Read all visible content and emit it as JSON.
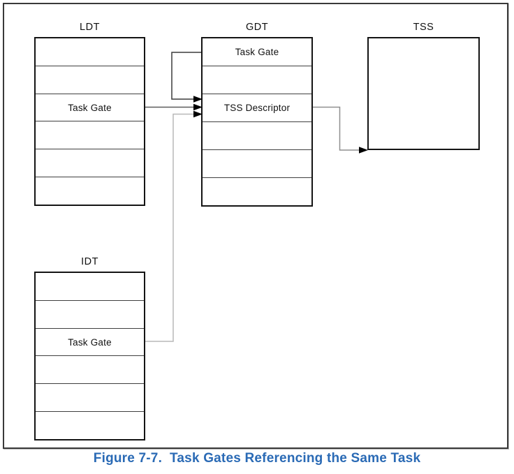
{
  "figure": {
    "caption": "Figure 7-7.  Task Gates Referencing the Same Task"
  },
  "colors": {
    "caption_blue": "#2a6ab5",
    "box_outline": "#141414",
    "row_line": "#3f3f3f",
    "frame_border": "#3a3a3a",
    "connector_gdt_loop": "#3c3c3c",
    "connector_ldt": "#5c5c5c",
    "connector_idt": "#b8b8b8",
    "connector_tss": "#8f8f8f",
    "arrowhead": "#000000"
  },
  "tables": {
    "ldt": {
      "title": "LDT",
      "rows": [
        "",
        "",
        "Task Gate",
        "",
        "",
        ""
      ]
    },
    "gdt": {
      "title": "GDT",
      "rows": [
        "Task Gate",
        "",
        "TSS Descriptor",
        "",
        "",
        ""
      ]
    },
    "idt": {
      "title": "IDT",
      "rows": [
        "",
        "",
        "Task Gate",
        "",
        "",
        ""
      ]
    },
    "tss": {
      "title": "TSS"
    }
  }
}
